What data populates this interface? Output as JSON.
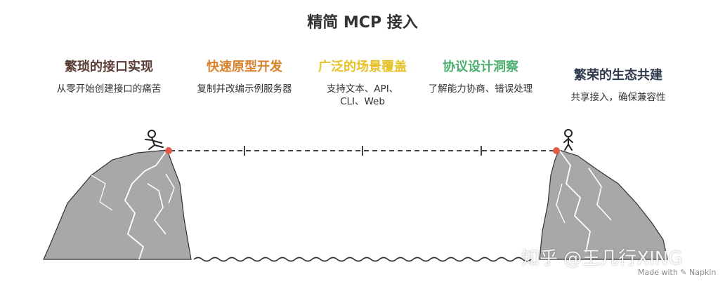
{
  "title": "精简 MCP 接入",
  "steps": [
    {
      "title": "繁琐的接口实现",
      "desc": "从零开始创建接口的痛苦",
      "color": "#5a3e36"
    },
    {
      "title": "快速原型开发",
      "desc": "复制并改编示例服务器",
      "color": "#d9822b"
    },
    {
      "title": "广泛的场景覆盖",
      "desc": "支持文本、API、CLI、Web",
      "color": "#e6c229"
    },
    {
      "title": "协议设计洞察",
      "desc": "了解能力协商、错误处理",
      "color": "#4caf6e"
    },
    {
      "title": "繁荣的生态共建",
      "desc": "共享接入，确保兼容性",
      "color": "#2f3b4c"
    }
  ],
  "colors": {
    "rock": "#a8a8a8",
    "rock_line": "#333333",
    "dot": "#e05a47",
    "line": "#444444"
  },
  "watermark": "知乎 @王几行XING",
  "badge": "Made with ✎ Napkin"
}
